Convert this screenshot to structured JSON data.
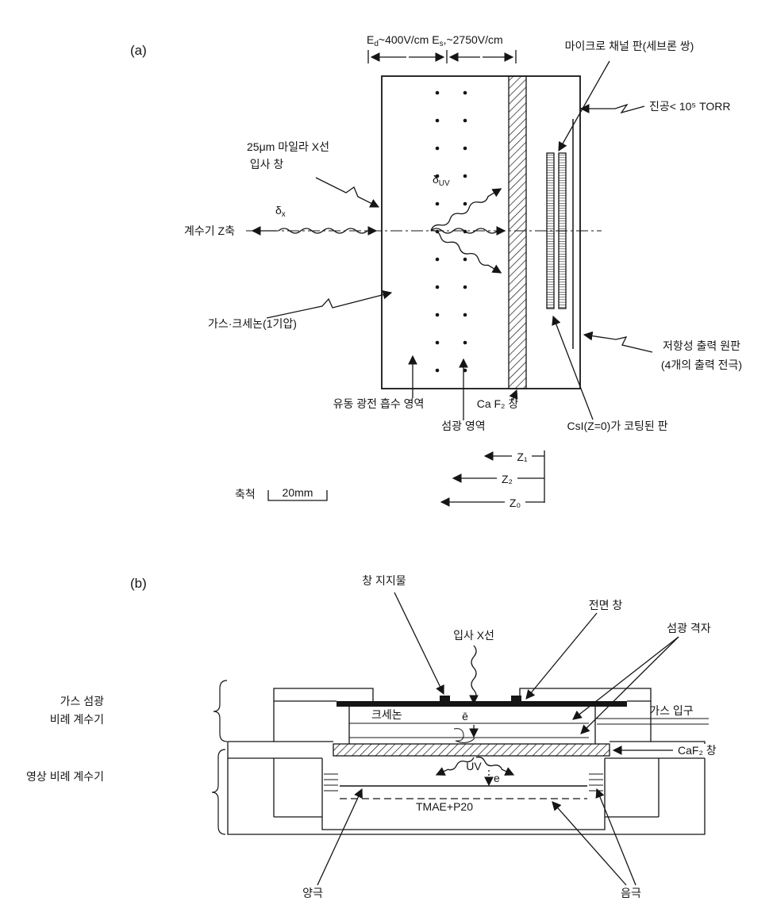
{
  "figure": {
    "part_a": {
      "panel_label": "(a)",
      "field": {
        "e1": "E",
        "sub1": "d",
        "mid": "~400V/cm  E",
        "sub2": "s",
        "tail": ",~2750V/cm"
      },
      "mcp_label": "마이크로 채널 판(세브론 쌍)",
      "vacuum_label": "진공< 10⁵ TORR",
      "window_label_1": "25μm 마일라 X선",
      "window_label_2": "입사 창",
      "axis_label": "계수기 Z축",
      "delta_x": {
        "base": "δ",
        "sub": "x"
      },
      "delta_uv": {
        "base": "δ",
        "sub": "UV"
      },
      "gas_label": "가스·크세논(1기압)",
      "drift_region_label": "유동 광전 흡수 영역",
      "scint_region_label": "섬광 영역",
      "caf2_label": "Ca F₂ 창",
      "csi_label": "CsI(Z=0)가 코팅된 판",
      "resistive_label_1": "저항성 출력 원판",
      "resistive_label_2": "(4개의 출력 전극)",
      "scale_caption": "축척",
      "scale_value": "20mm",
      "z1_label": "Z₁",
      "z2_label": "Z₂",
      "z0_label": "Z₀"
    },
    "part_b": {
      "panel_label": "(b)",
      "window_support_label": "창 지지물",
      "incident_xray_label": "입사 X선",
      "front_window_label": "전면 창",
      "scint_grid_label": "섬광 격자",
      "gspc_label_1": "가스 섬광",
      "gspc_label_2": "비례 계수기",
      "ipc_label": "영상 비례 계수기",
      "xenon_label": "크세논",
      "gas_inlet_label": "가스 입구",
      "caf2_label": "CaF₂ 창",
      "uv_label": "UV",
      "electron_primary": "ē",
      "electron_secondary": "e",
      "gas_fill_label": "TMAE+P20",
      "anode_label": "양극",
      "cathode_label": "음극"
    }
  }
}
